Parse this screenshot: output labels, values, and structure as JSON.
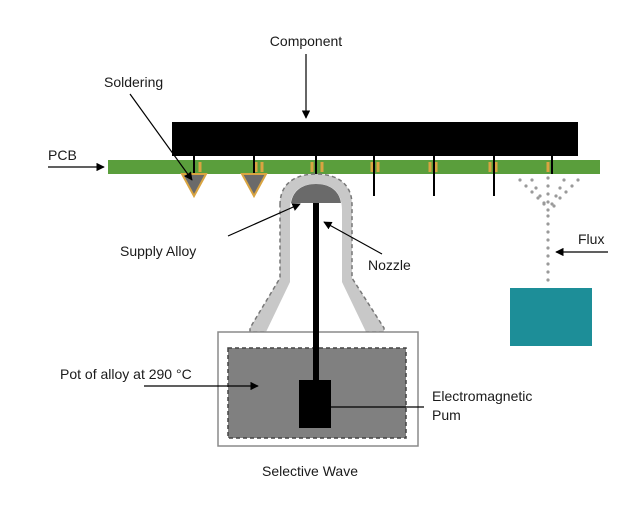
{
  "labels": {
    "component": "Component",
    "soldering": "Soldering",
    "pcb": "PCB",
    "supply_alloy": "Supply Alloy",
    "nozzle": "Nozzle",
    "flux": "Flux",
    "pot": "Pot of alloy at 290 °C",
    "pump_line1": "Electromagnetic",
    "pump_line2": "Pum",
    "caption": "Selective Wave"
  },
  "colors": {
    "component": "#000000",
    "pcb": "#5a9e3c",
    "pad": "#d9a441",
    "nozzle_body": "#c8c8c8",
    "alloy_pot": "#808080",
    "alloy_tip": "#6a6a6a",
    "flux_box": "#1d8e98",
    "pump": "#000000"
  }
}
